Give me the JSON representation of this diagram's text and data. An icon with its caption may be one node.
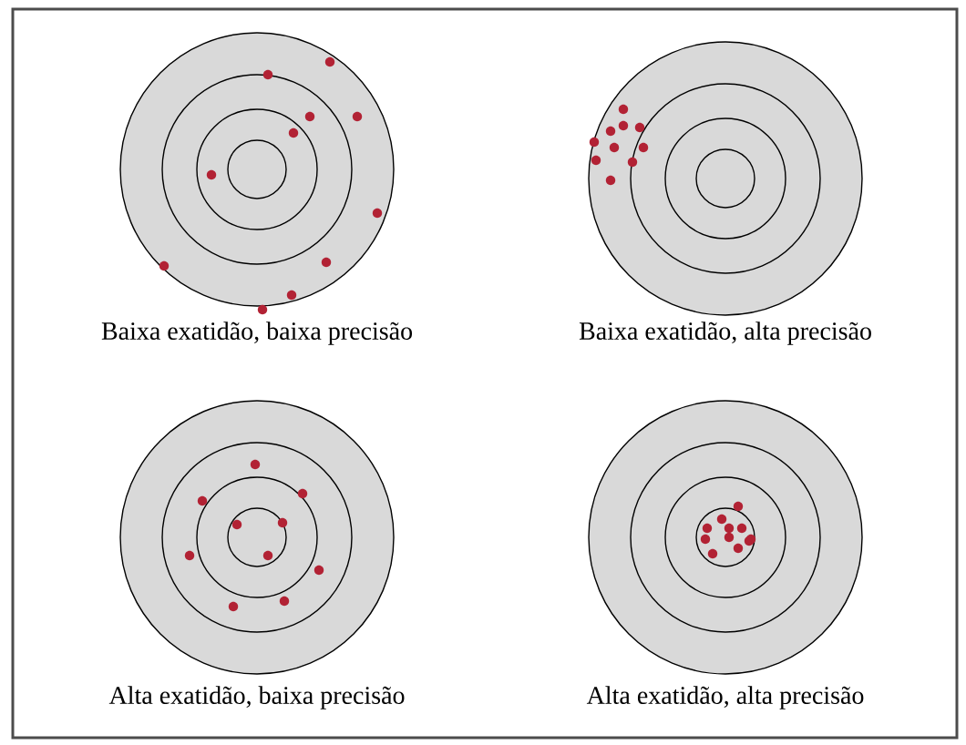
{
  "diagram": {
    "labels": [
      "Baixa exatidão, baixa precisão",
      "Baixa exatidão, alta precisão",
      "Alta exatidão, baixa precisão",
      "Alta exatidão, alta precisão"
    ]
  }
}
